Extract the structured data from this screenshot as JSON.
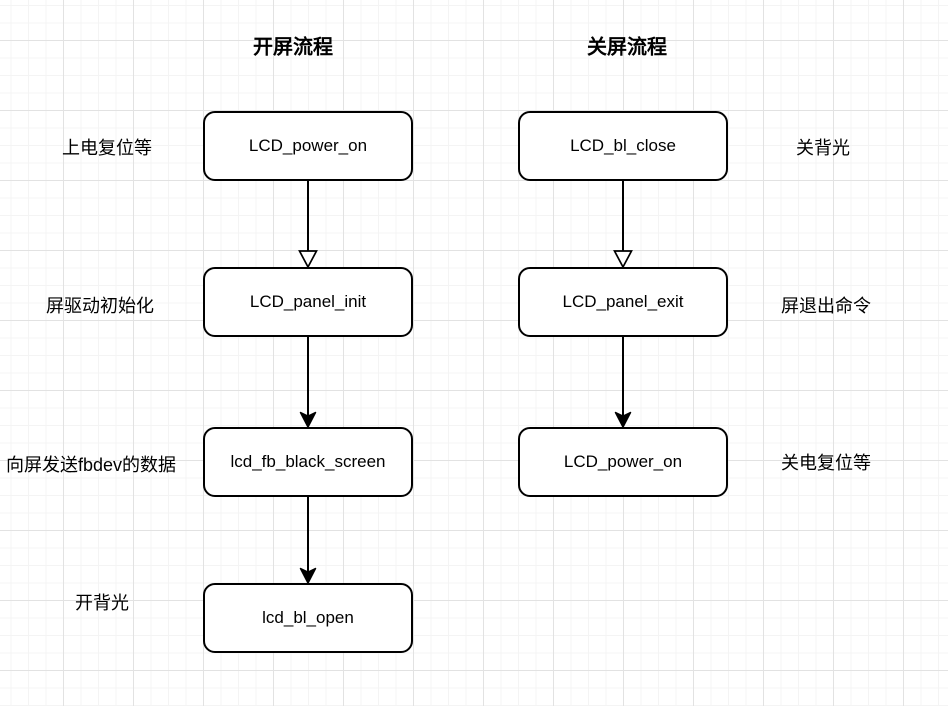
{
  "diagram": {
    "left_flow": {
      "title": "开屏流程",
      "steps": [
        {
          "box": "LCD_power_on",
          "note": "上电复位等"
        },
        {
          "box": "LCD_panel_init",
          "note": "屏驱动初始化"
        },
        {
          "box": "lcd_fb_black_screen",
          "note": "向屏发送fbdev的数据"
        },
        {
          "box": "lcd_bl_open",
          "note": "开背光"
        }
      ]
    },
    "right_flow": {
      "title": "关屏流程",
      "steps": [
        {
          "box": "LCD_bl_close",
          "note": "关背光"
        },
        {
          "box": "LCD_panel_exit",
          "note": "屏退出命令"
        },
        {
          "box": "LCD_power_on",
          "note": "关电复位等"
        }
      ]
    },
    "edges": [
      {
        "from": "LCD_power_on",
        "to": "LCD_panel_init",
        "head": "hollow-triangle"
      },
      {
        "from": "LCD_panel_init",
        "to": "lcd_fb_black_screen",
        "head": "filled"
      },
      {
        "from": "lcd_fb_black_screen",
        "to": "lcd_bl_open",
        "head": "filled"
      },
      {
        "from": "LCD_bl_close",
        "to": "LCD_panel_exit",
        "head": "hollow-triangle"
      },
      {
        "from": "LCD_panel_exit",
        "to": "LCD_power_on",
        "head": "filled"
      }
    ],
    "colors": {
      "box_fill": "#ffffff",
      "box_border": "#000000",
      "text": "#000000",
      "grid_minor": "#f4f4f4",
      "grid_major": "#e2e2e2",
      "background": "#ffffff"
    }
  }
}
